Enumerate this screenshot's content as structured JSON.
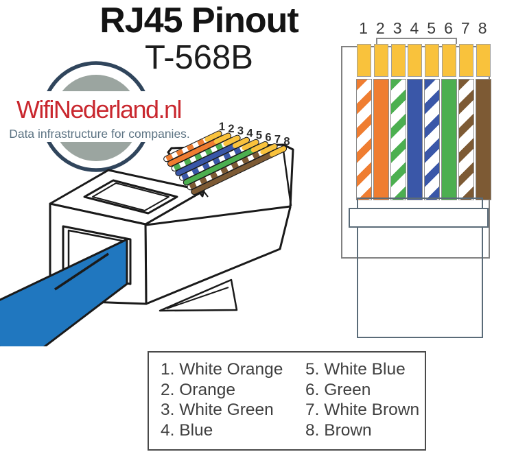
{
  "header": {
    "title": "RJ45 Pinout",
    "subtitle": "T-568B"
  },
  "logo": {
    "name": "WifiNederland.nl",
    "tagline": "Data infrastructure for companies.",
    "name_color": "#C9272E",
    "tagline_color": "#5C7383",
    "ring_color": "#30455C",
    "globe_color": "#9BA5A0"
  },
  "colors": {
    "gold": "#F9C23C",
    "cable": "#2077BF",
    "white": "#FFFFFF",
    "outline_gray": "#808080",
    "line_black": "#1a1a1a"
  },
  "pins": [
    {
      "n": "1",
      "label": "White Orange",
      "style": "striped",
      "color": "#EF7D31"
    },
    {
      "n": "2",
      "label": "Orange",
      "style": "solid",
      "color": "#EF7D31"
    },
    {
      "n": "3",
      "label": "White Green",
      "style": "striped",
      "color": "#4CAF50"
    },
    {
      "n": "4",
      "label": "Blue",
      "style": "solid",
      "color": "#3A57A8"
    },
    {
      "n": "5",
      "label": "White Blue",
      "style": "striped",
      "color": "#3A57A8"
    },
    {
      "n": "6",
      "label": "Green",
      "style": "solid",
      "color": "#4CAF50"
    },
    {
      "n": "7",
      "label": "White Brown",
      "style": "striped",
      "color": "#7D5A34"
    },
    {
      "n": "8",
      "label": "Brown",
      "style": "solid",
      "color": "#7D5A34"
    }
  ],
  "legend": {
    "items": [
      "1. White Orange",
      "2. Orange",
      "3. White Green",
      "4. Blue",
      "5. White Blue",
      "6. Green",
      "7. White Brown",
      "8. Brown"
    ]
  }
}
